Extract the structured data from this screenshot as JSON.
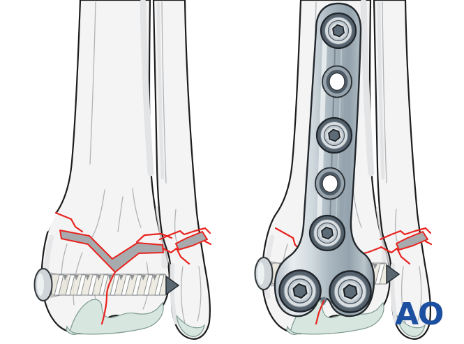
{
  "logo": {
    "text": "AO"
  },
  "illustration": {
    "name": "distal-tibia-and-fibula-fracture-fixation",
    "panels": [
      {
        "name": "lag-screw-fixation",
        "implants": {
          "lag_screws": 1
        }
      },
      {
        "name": "plate-and-lag-screw-fixation",
        "implants": {
          "lag_screws": 1,
          "plate_screws": 5,
          "empty_plate_holes": 2
        }
      }
    ]
  },
  "colors": {
    "background": "#ffffff",
    "outline": "#1c1c1c",
    "bone_fill": "#f4f4f5",
    "bone_shade": "#e3e4e6",
    "bone_line": "#a9adaf",
    "fracture_red": "#e8231f",
    "fragment_gray": "#a8abad",
    "cartilage": "#d7e6df",
    "cartilage_line": "#7e9a91",
    "plate_light": "#e9edf0",
    "plate_mid": "#b9c4cb",
    "plate_dark": "#76848e",
    "metal_dark": "#55626d",
    "metal_mid": "#bfc9cf",
    "metal_light": "#d7dde1",
    "screw_shaft": "#eceade",
    "logo_blue": "#1d4fa1"
  }
}
